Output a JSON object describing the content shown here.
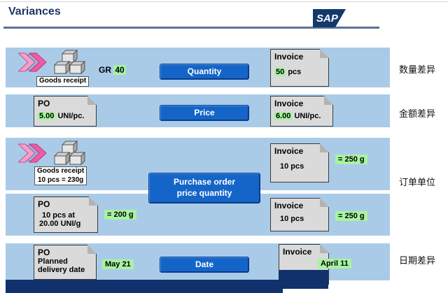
{
  "header": {
    "title": "Variances",
    "logo_text": "SAP"
  },
  "colors": {
    "band_blue": "#a9cbe8",
    "button_blue": "#1565c8",
    "highlight_green": "#a7f3a0",
    "navy": "#10316b"
  },
  "rows": {
    "quantity": {
      "goods_receipt_label": "Goods receipt",
      "gr_prefix": "GR",
      "gr_value": "40",
      "button": "Quantity",
      "invoice_title": "Invoice",
      "invoice_value": "50",
      "invoice_unit": "pcs",
      "side_label": "数量差异"
    },
    "price": {
      "po_title": "PO",
      "po_value": "5.00",
      "po_unit": "UNI/pc.",
      "button": "Price",
      "invoice_title": "Invoice",
      "invoice_value": "6.00",
      "invoice_unit": "UNI/pc.",
      "side_label": "金额差异"
    },
    "unit": {
      "goods_receipt_label": "Goods receipt",
      "goods_receipt_qty": "10 pcs = 230g",
      "button_line1": "Purchase order",
      "button_line2": "price quantity",
      "gr_invoice_title": "Invoice",
      "gr_invoice_qty": "10 pcs",
      "gr_invoice_weight": "= 250 g",
      "po_title": "PO",
      "po_line1": "10 pcs at",
      "po_line2": "20.00 UNI/g",
      "po_weight": "= 200 g",
      "po_invoice_title": "Invoice",
      "po_invoice_qty": "10 pcs",
      "po_invoice_weight": "= 250 g",
      "side_label": "订单单位"
    },
    "date": {
      "po_title": "PO",
      "po_line1": "Planned",
      "po_line2": "delivery date",
      "po_value": "May 21",
      "button": "Date",
      "invoice_title": "Invoice",
      "invoice_value": "April 11",
      "side_label": "日期差异"
    }
  }
}
